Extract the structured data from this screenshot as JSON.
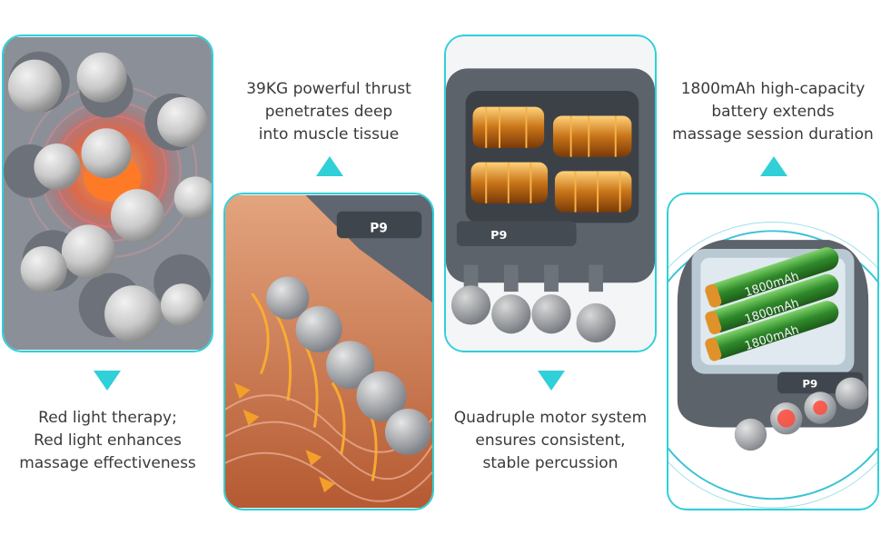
{
  "features": [
    {
      "caption_lines": [
        "Red light therapy;",
        "Red light enhances",
        "massage effectiveness"
      ],
      "arrow": "down",
      "image": "red-light-massage-heads"
    },
    {
      "caption_lines": [
        "39KG powerful thrust",
        "penetrates deep",
        "into muscle tissue"
      ],
      "arrow": "up",
      "image": "massager-on-muscle-tissue"
    },
    {
      "caption_lines": [
        "Quadruple motor system",
        "ensures consistent,",
        "stable percussion"
      ],
      "arrow": "down",
      "image": "quad-motor-cutaway"
    },
    {
      "caption_lines": [
        "1800mAh high-capacity",
        "battery extends",
        "massage session duration"
      ],
      "arrow": "up",
      "image": "battery-cutaway"
    }
  ],
  "device": {
    "display": "P9"
  },
  "battery": {
    "cell_label": "1800mAh"
  },
  "colors": {
    "accent": "#2fd0d8",
    "caption_text": "#3a3a3a",
    "device_gray": "#5f6670",
    "battery_green": "#2f8a2a",
    "heat_orange": "#f08a1e"
  }
}
